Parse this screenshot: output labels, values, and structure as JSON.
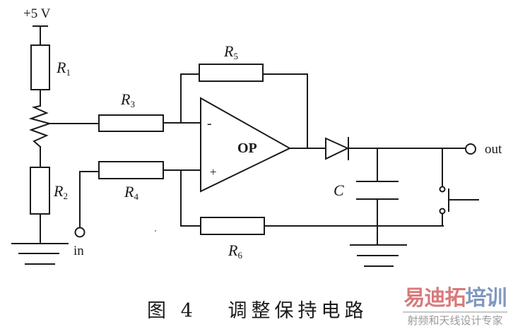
{
  "diagram": {
    "title": "调整保持电路",
    "figure_label": "图 4",
    "supply_label": "+5 V",
    "components": {
      "R1": {
        "letter": "R",
        "sub": "1"
      },
      "R2": {
        "letter": "R",
        "sub": "2"
      },
      "R3": {
        "letter": "R",
        "sub": "3"
      },
      "R4": {
        "letter": "R",
        "sub": "4"
      },
      "R5": {
        "letter": "R",
        "sub": "5"
      },
      "R6": {
        "letter": "R",
        "sub": "6"
      },
      "C": {
        "letter": "C"
      },
      "opamp": {
        "label": "OP",
        "minus": "-",
        "plus": "+"
      }
    },
    "terminals": {
      "input": "in",
      "output": "out"
    }
  },
  "watermark": {
    "brand_red": "易迪拓",
    "brand_blue": "培训",
    "tagline": "射频和天线设计专家",
    "color_red": "#d9797a",
    "color_blue": "#7f98bf"
  }
}
